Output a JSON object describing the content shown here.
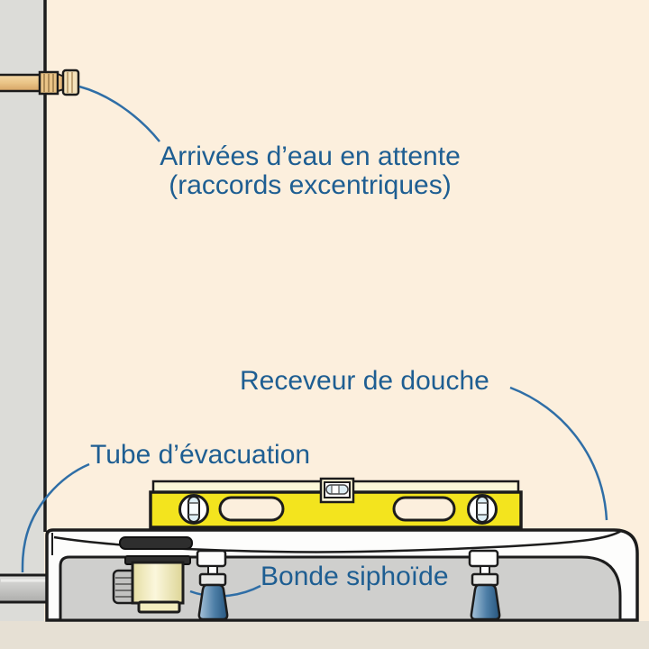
{
  "diagram": {
    "labels": {
      "water_inlets_line1": "Arrivées d’eau en attente",
      "water_inlets_line2": "(raccords excentriques)",
      "shower_tray": "Receveur de douche",
      "drain_tube": "Tube d’évacuation",
      "siphon_drain": "Bonde siphoïde"
    },
    "colors": {
      "background": "#fcefdd",
      "wall_gray": "#dcdcd8",
      "floor_gray": "#e6e0d4",
      "label_blue": "#1e5e92",
      "leader_blue": "#2f6ea6",
      "level_yellow": "#f3e41e",
      "level_bevel": "#fcf8d8",
      "tray_white": "#fdfdfc",
      "cavity_gray": "#cfcfcd",
      "tube_gray": "#c9c9c7",
      "drain_cream": "#f4eec0",
      "drain_dark": "#2e2e2e",
      "foot_blue": "#46789f",
      "pipe_brass": "#eac487",
      "outline": "#1c1c1c"
    }
  }
}
